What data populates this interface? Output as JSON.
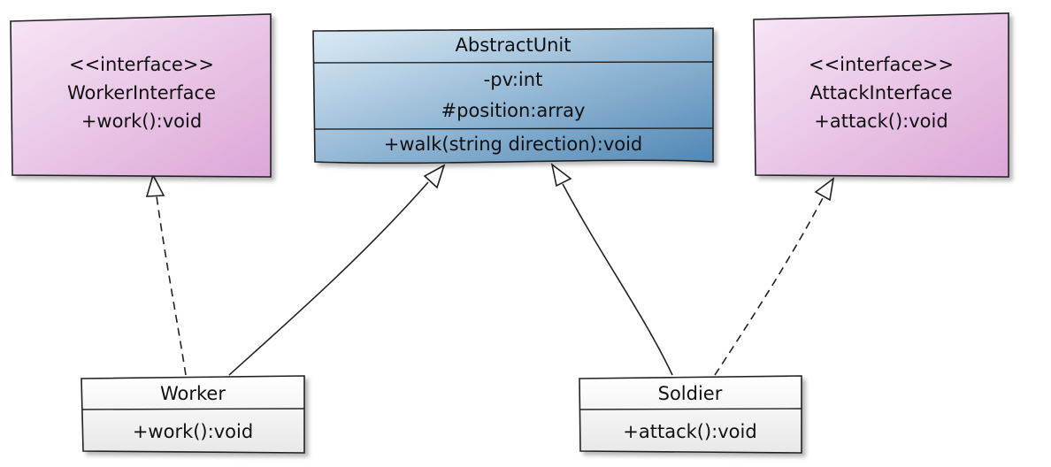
{
  "diagram": {
    "nodes": {
      "worker_interface": {
        "stereotype": "<<interface>>",
        "name": "WorkerInterface",
        "members": [
          "+work():void"
        ]
      },
      "abstract_unit": {
        "name": "AbstractUnit",
        "attributes": [
          "-pv:int",
          "#position:array"
        ],
        "methods": [
          "+walk(string direction):void"
        ]
      },
      "attack_interface": {
        "stereotype": "<<interface>>",
        "name": "AttackInterface",
        "members": [
          "+attack():void"
        ]
      },
      "worker": {
        "name": "Worker",
        "methods": [
          "+work():void"
        ]
      },
      "soldier": {
        "name": "Soldier",
        "methods": [
          "+attack():void"
        ]
      }
    },
    "edges": [
      {
        "from": "worker",
        "to": "worker_interface",
        "kind": "realization"
      },
      {
        "from": "worker",
        "to": "abstract_unit",
        "kind": "generalization"
      },
      {
        "from": "soldier",
        "to": "abstract_unit",
        "kind": "generalization"
      },
      {
        "from": "soldier",
        "to": "attack_interface",
        "kind": "realization"
      }
    ]
  },
  "colors": {
    "interface_top": "#f7e6f5",
    "interface_bottom": "#dca6d8",
    "abstract_top": "#dcebf6",
    "abstract_bottom": "#4f87b5",
    "class_top": "#ffffff",
    "class_bottom": "#e8e8e8",
    "line": "#222222"
  }
}
